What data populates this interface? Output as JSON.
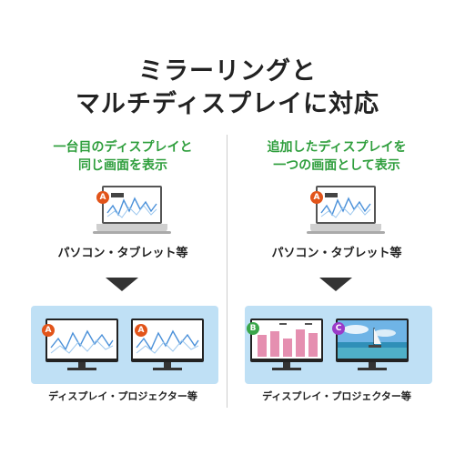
{
  "heading": {
    "line1": "ミラーリングと",
    "line2": "マルチディスプレイに対応"
  },
  "left": {
    "caption_line1": "一台目のディスプレイと",
    "caption_line2": "同じ画面を表示",
    "laptop_badge": "A",
    "device_label": "パソコン・タブレット等",
    "monitor1_badge": "A",
    "monitor2_badge": "A",
    "bottom_label": "ディスプレイ・プロジェクター等"
  },
  "right": {
    "caption_line1": "追加したディスプレイを",
    "caption_line2": "一つの画面として表示",
    "laptop_badge": "A",
    "device_label": "パソコン・タブレット等",
    "monitor1_badge": "B",
    "monitor2_badge": "C",
    "bottom_label": "ディスプレイ・プロジェクター等"
  },
  "colors": {
    "accent_green": "#2e9e3c",
    "panel_blue": "#bfe0f5",
    "badge_a": "#e2541a",
    "badge_b": "#3aa64a",
    "badge_c": "#9a3bc9"
  }
}
